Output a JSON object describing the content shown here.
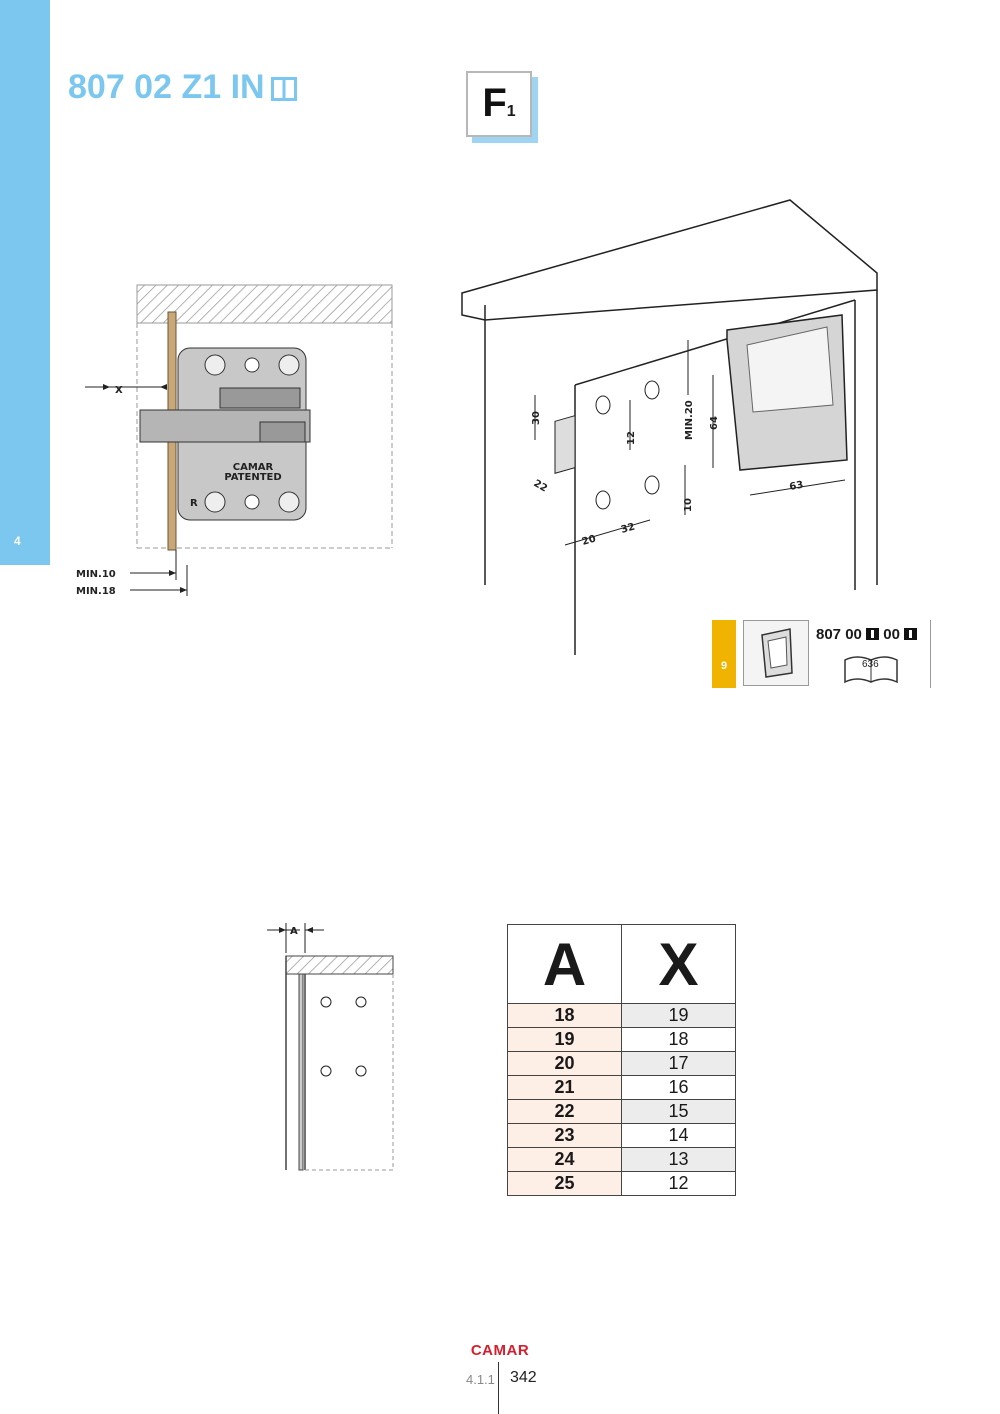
{
  "sidebar": {
    "section_number": "4"
  },
  "header": {
    "product_code": "807 02 Z1 IN"
  },
  "badge": {
    "letter": "F",
    "subscript": "1"
  },
  "diagram_left": {
    "x_label": "X",
    "brand": "CAMAR",
    "patented": "PATENTED",
    "side": "R",
    "min_10": "MIN.10",
    "min_18": "MIN.18"
  },
  "diagram_right": {
    "dim_30": "30",
    "dim_22": "22",
    "dim_20": "20",
    "dim_32": "32",
    "dim_12": "12",
    "dim_min20": "MIN.20",
    "dim_64": "64",
    "dim_10": "10",
    "dim_63": "63"
  },
  "reference": {
    "number": "9",
    "code_part1": "807 00",
    "code_part2": "00",
    "page": "636"
  },
  "diagram_bottom": {
    "a_label": "A"
  },
  "table": {
    "headers": [
      "A",
      "X"
    ],
    "rows": [
      [
        "18",
        "19"
      ],
      [
        "19",
        "18"
      ],
      [
        "20",
        "17"
      ],
      [
        "21",
        "16"
      ],
      [
        "22",
        "15"
      ],
      [
        "23",
        "14"
      ],
      [
        "24",
        "13"
      ],
      [
        "25",
        "12"
      ]
    ]
  },
  "footer": {
    "brand": "CAMAR",
    "section": "4.1.1",
    "page": "342"
  },
  "colors": {
    "accent_blue": "#7cc7ef",
    "reference_yellow": "#f0b400",
    "brand_red": "#d51f2e"
  }
}
